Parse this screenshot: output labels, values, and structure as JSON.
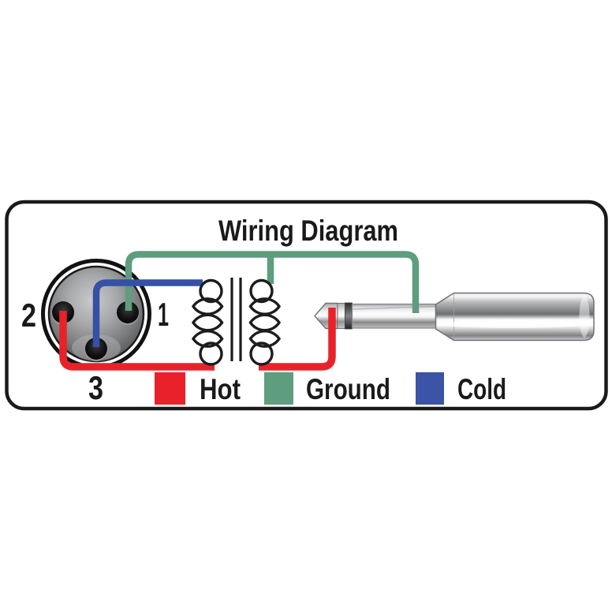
{
  "title": "Wiring Diagram",
  "xlr": {
    "pin_labels": {
      "pin1": "1",
      "pin2": "2",
      "pin3": "3"
    }
  },
  "legend": [
    {
      "label": "Hot",
      "color": "#e9222a"
    },
    {
      "label": "Ground",
      "color": "#5e9d7e"
    },
    {
      "label": "Cold",
      "color": "#3b54a6"
    }
  ],
  "wires": {
    "hot": "#e9222a",
    "ground": "#5e9d7e",
    "cold": "#3550a4"
  }
}
